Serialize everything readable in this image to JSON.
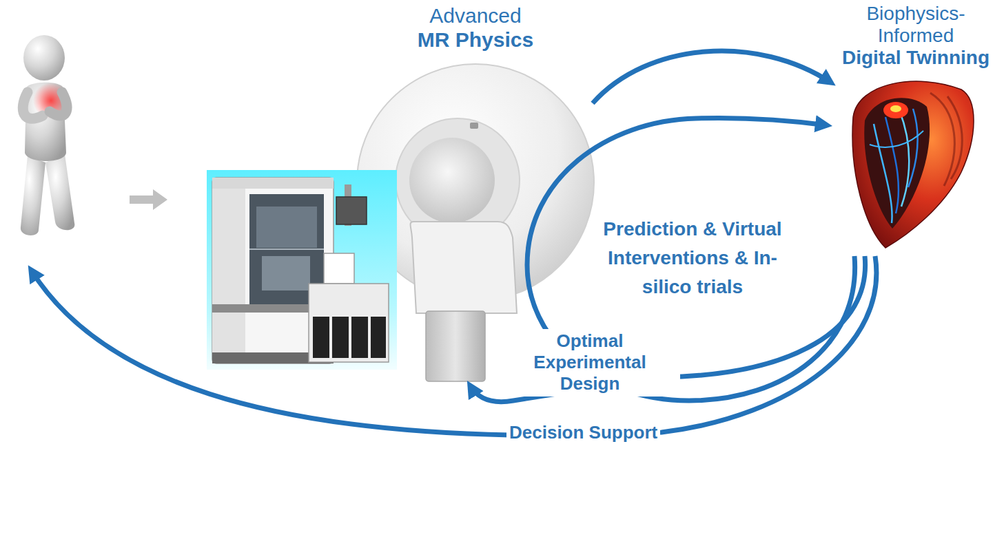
{
  "diagram": {
    "nodes": [
      {
        "text": [
          "Advanced",
          "MR Physics"
        ]
      },
      {
        "text": [
          "Biophysics-Informed",
          "Digital Twinning"
        ]
      }
    ],
    "edges": [
      {
        "from": 0,
        "to": 1,
        "arrow": "to"
      },
      {
        "from": 1,
        "to": 0,
        "arrow": "to",
        "label": "Optimal Experimental Design"
      }
    ],
    "labels": [
      "Prediction & Virtual Interventions & In-silico trials",
      "Decision Support"
    ]
  }
}
